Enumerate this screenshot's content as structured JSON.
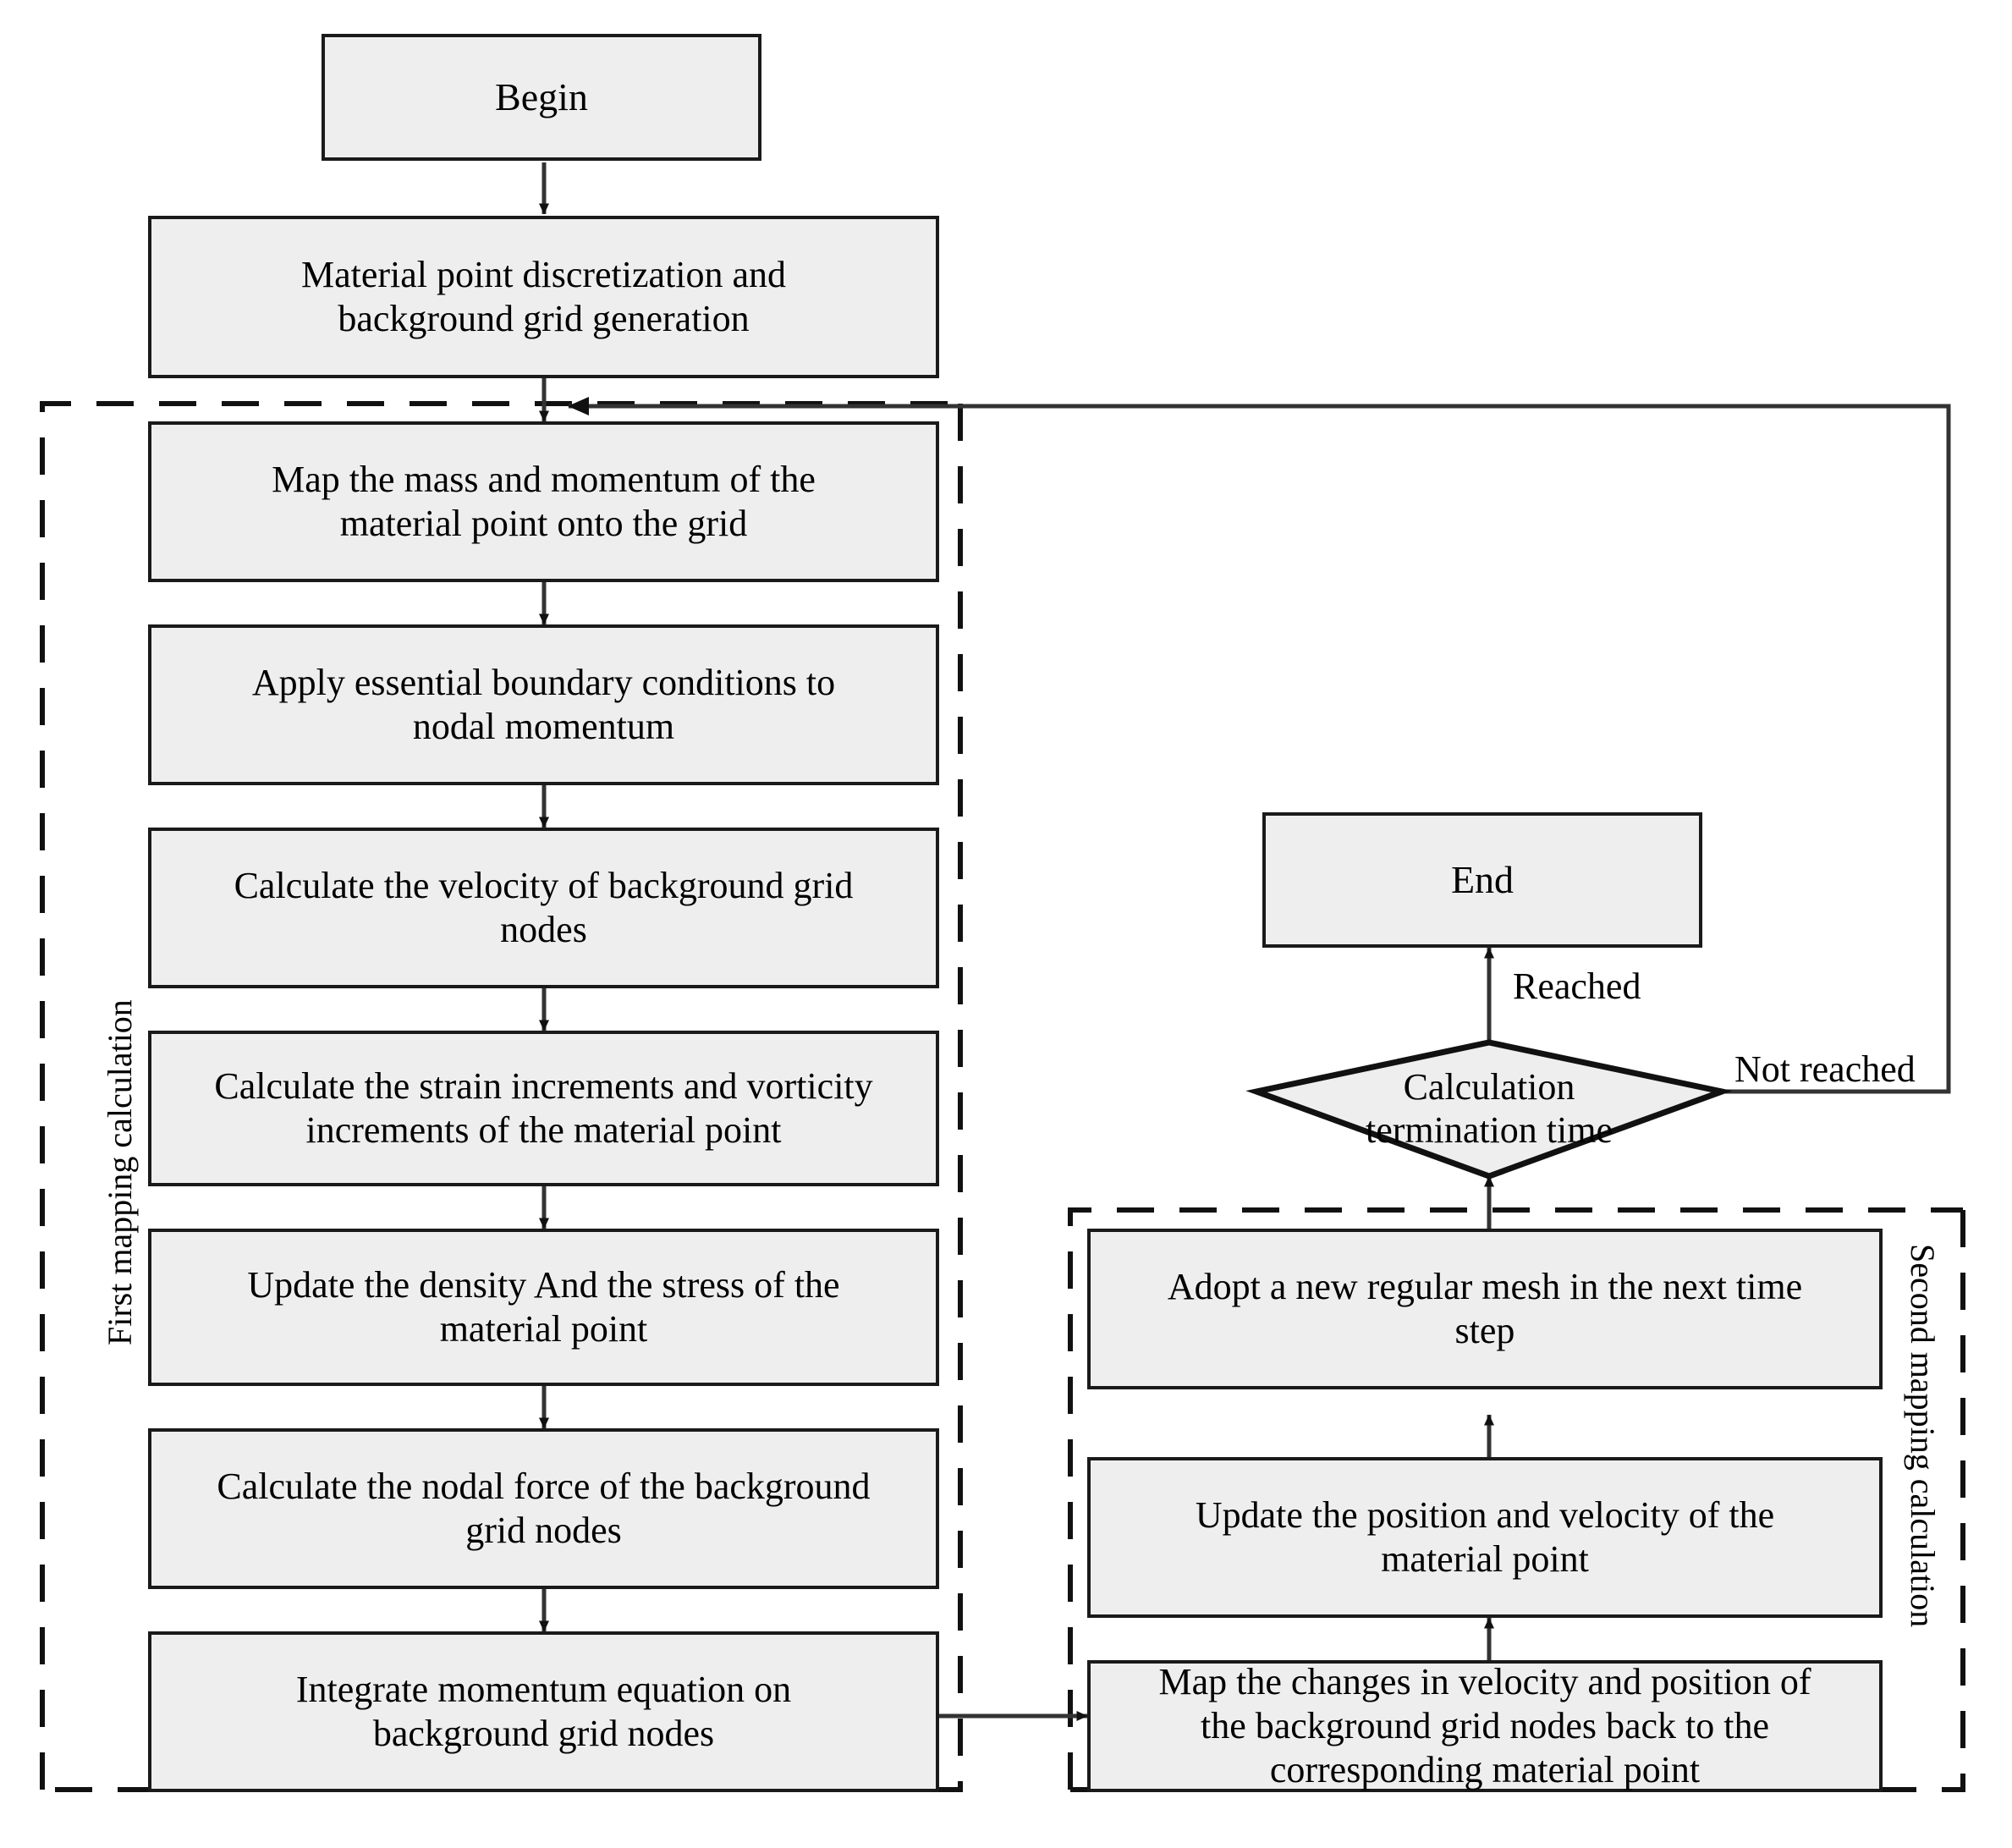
{
  "diagram": {
    "title": "Material Point Method computation flowchart",
    "colors": {
      "node_fill": "#eeeeee",
      "node_stroke": "#1a1a1a",
      "connector": "#333333",
      "group_border": "#111111",
      "background": "#ffffff"
    },
    "groups": [
      {
        "id": "group-first",
        "label": "First mapping calculation",
        "orientation": "vertical-up"
      },
      {
        "id": "group-second",
        "label": "Second mapping calculation",
        "orientation": "vertical-down"
      }
    ],
    "nodes": [
      {
        "id": "begin",
        "shape": "rect",
        "label": "Begin"
      },
      {
        "id": "discretize",
        "shape": "rect",
        "label": "Material point discretization and\nbackground grid generation"
      },
      {
        "id": "map-mass",
        "shape": "rect",
        "label": "Map the mass and momentum of the\nmaterial point onto the grid"
      },
      {
        "id": "apply-bc",
        "shape": "rect",
        "label": "Apply essential boundary conditions to\nnodal momentum"
      },
      {
        "id": "calc-vel",
        "shape": "rect",
        "label": "Calculate the velocity of background grid\nnodes"
      },
      {
        "id": "calc-strain",
        "shape": "rect",
        "label": "Calculate the strain increments and vorticity\nincrements of the material point"
      },
      {
        "id": "update-dens",
        "shape": "rect",
        "label": "Update the density And the stress of the\nmaterial point"
      },
      {
        "id": "calc-force",
        "shape": "rect",
        "label": "Calculate the  nodal force of the background\ngrid nodes"
      },
      {
        "id": "integrate",
        "shape": "rect",
        "label": "Integrate momentum equation on\nbackground grid nodes"
      },
      {
        "id": "map-back",
        "shape": "rect",
        "label": "Map the changes in velocity and position of\nthe background grid nodes back to the\ncorresponding material point"
      },
      {
        "id": "update-pos",
        "shape": "rect",
        "label": "Update the position and velocity of the\nmaterial point"
      },
      {
        "id": "new-mesh",
        "shape": "rect",
        "label": "Adopt a new regular mesh in the next time\nstep"
      },
      {
        "id": "decision",
        "shape": "diamond",
        "label": "Calculation\ntermination time"
      },
      {
        "id": "end",
        "shape": "rect",
        "label": "End"
      }
    ],
    "edge_labels": [
      {
        "id": "reached",
        "label": "Reached"
      },
      {
        "id": "not-reached",
        "label": "Not reached"
      }
    ],
    "edges": [
      {
        "from": "begin",
        "to": "discretize",
        "label": ""
      },
      {
        "from": "discretize",
        "to": "map-mass",
        "label": ""
      },
      {
        "from": "map-mass",
        "to": "apply-bc",
        "label": ""
      },
      {
        "from": "apply-bc",
        "to": "calc-vel",
        "label": ""
      },
      {
        "from": "calc-vel",
        "to": "calc-strain",
        "label": ""
      },
      {
        "from": "calc-strain",
        "to": "update-dens",
        "label": ""
      },
      {
        "from": "update-dens",
        "to": "calc-force",
        "label": ""
      },
      {
        "from": "calc-force",
        "to": "integrate",
        "label": ""
      },
      {
        "from": "integrate",
        "to": "map-back",
        "label": ""
      },
      {
        "from": "map-back",
        "to": "update-pos",
        "label": ""
      },
      {
        "from": "update-pos",
        "to": "new-mesh",
        "label": ""
      },
      {
        "from": "new-mesh",
        "to": "decision",
        "label": ""
      },
      {
        "from": "decision",
        "to": "end",
        "label": "Reached"
      },
      {
        "from": "decision",
        "to": "map-mass",
        "label": "Not reached"
      }
    ]
  }
}
